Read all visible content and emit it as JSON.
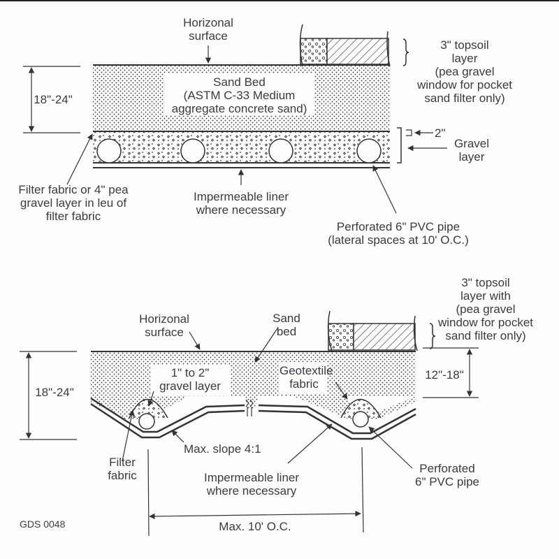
{
  "top_detail": {
    "horizontal_surface": [
      "Horizonal",
      "surface"
    ],
    "sand_bed": [
      "Sand Bed",
      "(ASTM C-33 Medium",
      "aggregate concrete sand)"
    ],
    "depth": "18\"-24\"",
    "topsoil": [
      "3\" topsoil",
      "layer",
      "(pea gravel",
      "window for pocket",
      "sand filter only)"
    ],
    "gap": "2\"",
    "gravel_layer": [
      "Gravel",
      "layer"
    ],
    "filter_fabric": [
      "Filter fabric or 4\" pea",
      "gravel layer in leu of",
      "filter fabric"
    ],
    "liner": [
      "Impermeable liner",
      "where necessary"
    ],
    "pipe": [
      "Perforated 6\" PVC pipe",
      "(lateral spaces at 10' O.C.)"
    ]
  },
  "bottom_detail": {
    "topsoil": [
      "3\" topsoil",
      "layer with",
      "(pea gravel",
      "window for pocket",
      "sand filter only)"
    ],
    "horizontal_surface": [
      "Horizonal",
      "surface"
    ],
    "sand_bed": [
      "Sand",
      "bed"
    ],
    "depth": "18\"-24\"",
    "gravel_layer": [
      "1\" to 2\"",
      "gravel layer"
    ],
    "geotextile": [
      "Geotextile",
      "fabric"
    ],
    "depth_sand": "12\"-18\"",
    "slope": "Max. slope 4:1",
    "filter_fabric": [
      "Filter",
      "fabric"
    ],
    "liner": [
      "Impermeable liner",
      "where necessary"
    ],
    "pipe": [
      "Perforated",
      "6\" PVC pipe"
    ],
    "spacing": "Max. 10' O.C."
  },
  "drawing_id": "GDS 0048"
}
